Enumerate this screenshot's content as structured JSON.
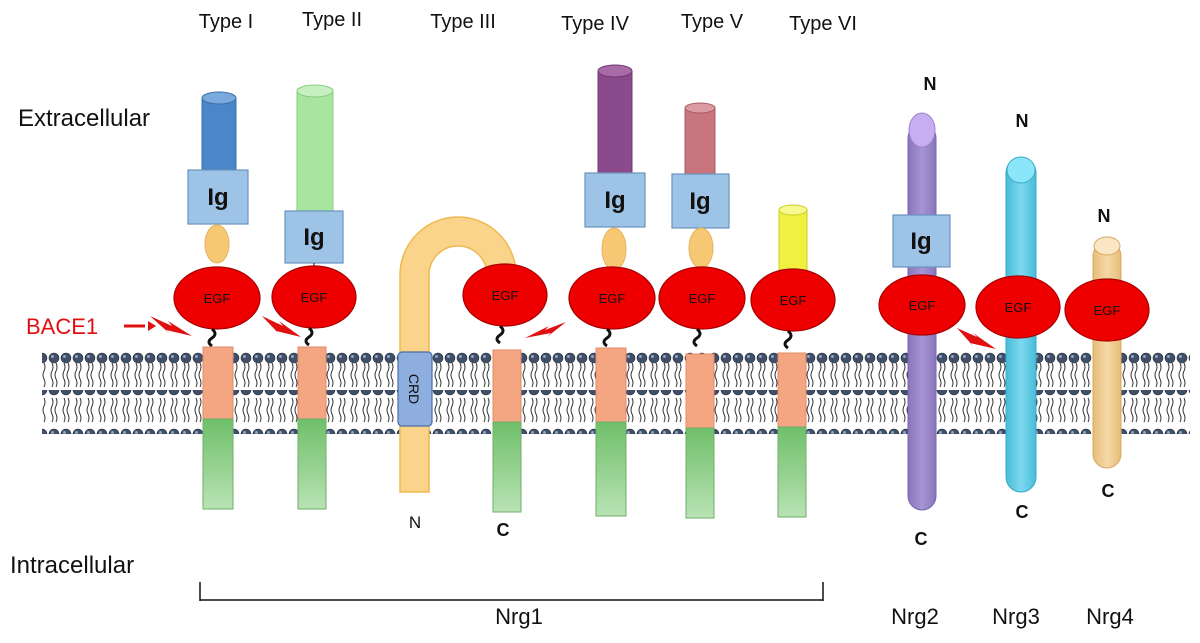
{
  "region_labels": {
    "extracellular": "Extracellular",
    "intracellular": "Intracellular",
    "bace1": "BACE1"
  },
  "types": {
    "t1": "Type I",
    "t2": "Type II",
    "t3": "Type III",
    "t4": "Type IV",
    "t5": "Type  V",
    "t6": "Type VI"
  },
  "domains": {
    "ig": "Ig",
    "egf": "EGF",
    "crd": "CRD"
  },
  "termini": {
    "n": "N",
    "c": "C"
  },
  "groups": {
    "nrg1": "Nrg1",
    "nrg2": "Nrg2",
    "nrg3": "Nrg3",
    "nrg4": "Nrg4"
  },
  "colors": {
    "egf_red": "#ee0000",
    "ig_blue": "#9dc3e6",
    "tm_salmon": "#f4a582",
    "intra_green": "#8fce8a",
    "bace1_red": "#e01010",
    "type1_cap": "#4a86c8",
    "type2_cap": "#a8e6a0",
    "type4_cap": "#8b4a8b",
    "type5_cap": "#c8747f",
    "type6_cap": "#f0f040",
    "nrg2_purple": "#9b86c8",
    "nrg3_cyan": "#5bcbe6",
    "nrg4_tan": "#f1cf8e"
  }
}
